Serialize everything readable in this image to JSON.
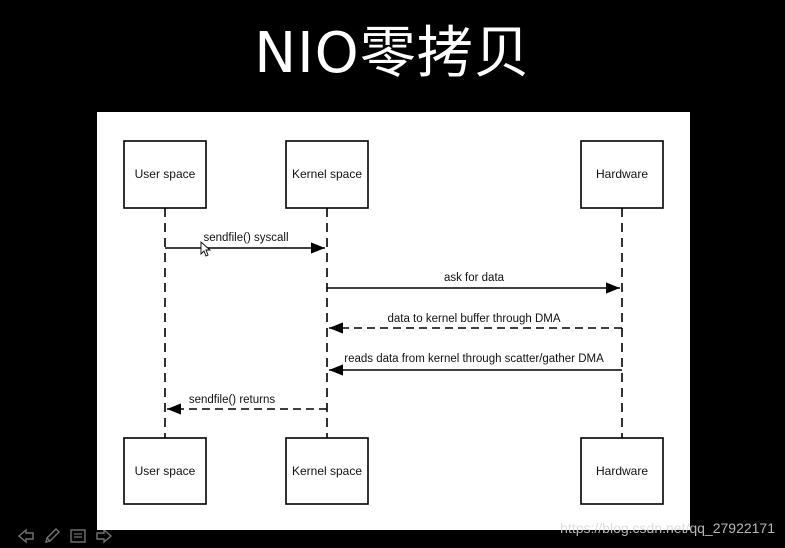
{
  "title": "NIO零拷贝",
  "diagram": {
    "participants": [
      {
        "id": "user",
        "label": "User space"
      },
      {
        "id": "kernel",
        "label": "Kernel space"
      },
      {
        "id": "hw",
        "label": "Hardware"
      }
    ],
    "messages": [
      {
        "from": "user",
        "to": "kernel",
        "label": "sendfile() syscall",
        "style": "solid"
      },
      {
        "from": "kernel",
        "to": "hw",
        "label": "ask for data",
        "style": "solid"
      },
      {
        "from": "hw",
        "to": "kernel",
        "label": "data to kernel buffer through DMA",
        "style": "dashed"
      },
      {
        "from": "hw",
        "to": "kernel",
        "label": "reads data from kernel through scatter/gather DMA",
        "style": "solid"
      },
      {
        "from": "kernel",
        "to": "user",
        "label": "sendfile() returns",
        "style": "dashed"
      }
    ]
  },
  "toolbar": {
    "icons": [
      "arrow-left-icon",
      "pen-icon",
      "notes-icon",
      "arrow-right-icon"
    ]
  },
  "watermark": "https://blog.csdn.net/qq_27922171"
}
